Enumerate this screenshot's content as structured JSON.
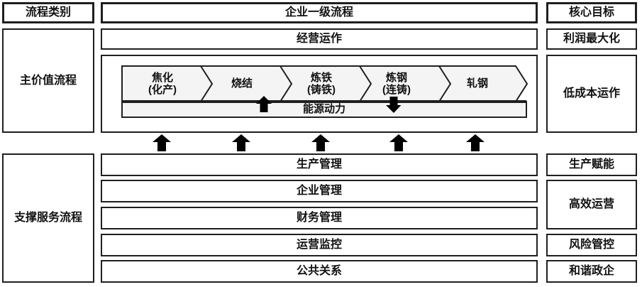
{
  "colors": {
    "border": "#1f1f1f",
    "fill_light": "#f4f4f4",
    "arrow": "#000000"
  },
  "headers": {
    "category": "流程类别",
    "enterprise_process": "企业一级流程",
    "core_goal": "核心目标"
  },
  "categories": {
    "main_value": "主价值流程",
    "support_service": "支撑服务流程"
  },
  "main_process": {
    "operation": "经营运作",
    "chain": [
      {
        "line1": "焦化",
        "line2": "(化产)"
      },
      {
        "line1": "烧结",
        "line2": ""
      },
      {
        "line1": "炼铁",
        "line2": "(铸铁)"
      },
      {
        "line1": "炼钢",
        "line2": "(连铸)"
      },
      {
        "line1": "轧钢",
        "line2": ""
      }
    ],
    "energy": "能源动力"
  },
  "support_rows": [
    "生产管理",
    "企业管理",
    "财务管理",
    "运营监控",
    "公共关系"
  ],
  "goals": {
    "profit_max": "利润最大化",
    "low_cost": "低成本运作",
    "production_enable": "生产赋能",
    "efficient_operation": "高效运营",
    "risk_control": "风险管控",
    "harmony_gov": "和谐政企"
  }
}
